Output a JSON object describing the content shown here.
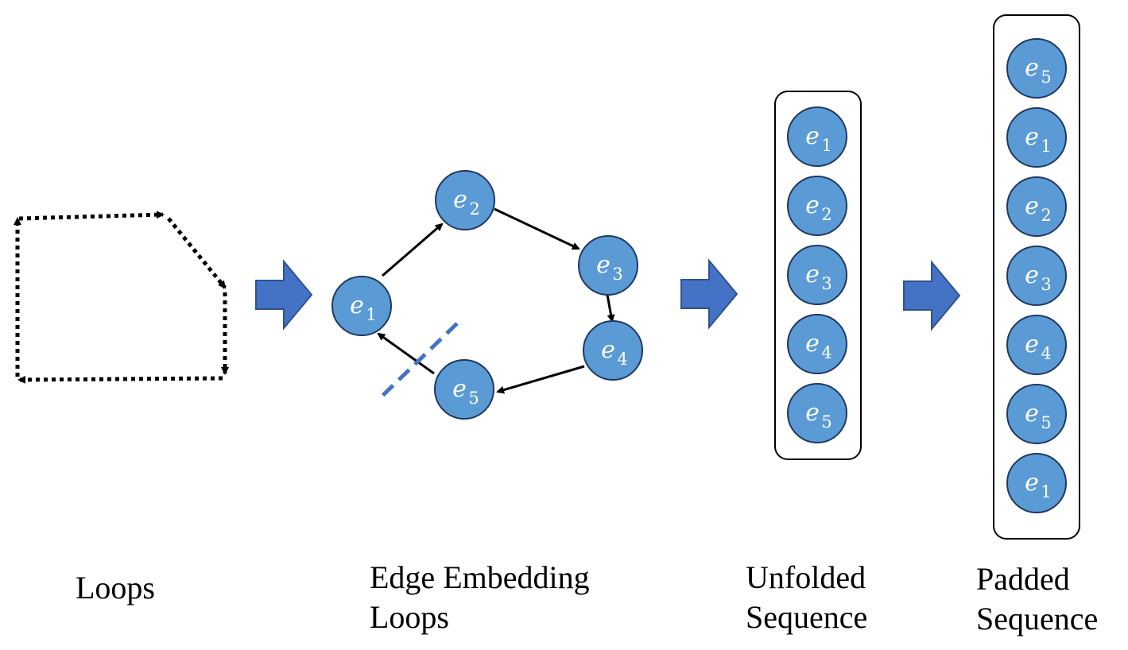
{
  "colors": {
    "node_fill": "#5b9bd5",
    "node_stroke": "#1f3864",
    "arrow_fill": "#4472c4",
    "arrow_stroke": "#2f528f",
    "cut_line": "#4472c4",
    "edge": "#000000"
  },
  "node_letter": "e",
  "loop_nodes": [
    "1",
    "2",
    "3",
    "4",
    "5"
  ],
  "unfolded_nodes": [
    "1",
    "2",
    "3",
    "4",
    "5"
  ],
  "padded_nodes": [
    "5",
    "1",
    "2",
    "3",
    "4",
    "5",
    "1"
  ],
  "captions": {
    "loops": [
      "Loops"
    ],
    "edge_embedding": [
      "Edge Embedding",
      "Loops"
    ],
    "unfolded": [
      "Unfolded",
      "Sequence"
    ],
    "padded": [
      "Padded",
      "Sequence"
    ]
  }
}
